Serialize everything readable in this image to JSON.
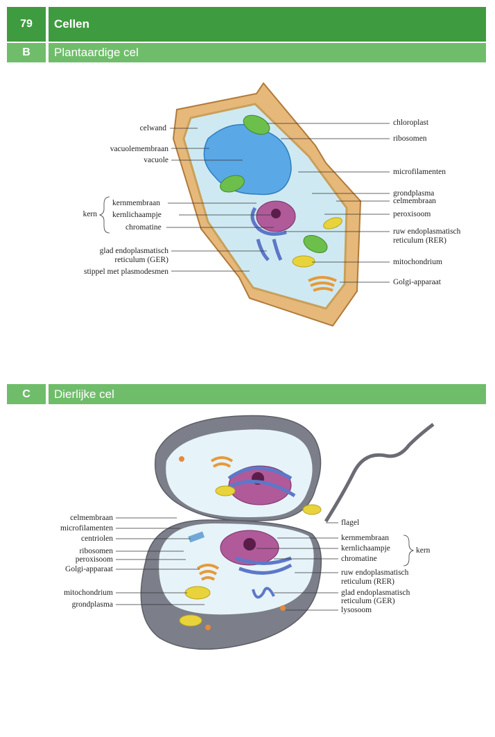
{
  "header": {
    "chapter_number": "79",
    "chapter_title": "Cellen",
    "section_b_letter": "B",
    "section_b_title": "Plantaardige cel",
    "section_c_letter": "C",
    "section_c_title": "Dierlijke cel"
  },
  "plant_cell": {
    "left_labels": {
      "celwand": "celwand",
      "vacuolemembraan": "vacuolemembraan",
      "vacuole": "vacuole",
      "kern": "kern",
      "kernmembraan": "kernmembraan",
      "kernlichaampje": "kernlichaampje",
      "chromatine": "chromatine",
      "ger_1": "glad endoplasmatisch",
      "ger_2": "reticulum (GER)",
      "stippel": "stippel met plasmodesmen"
    },
    "right_labels": {
      "chloroplast": "chloroplast",
      "ribosomen": "ribosomen",
      "microfilamenten": "microfilamenten",
      "grondplasma": "grondplasma",
      "celmembraan": "celmembraan",
      "peroxisoom": "peroxisoom",
      "rer_1": "ruw endoplasmatisch",
      "rer_2": "reticulum (RER)",
      "mitochondrium": "mitochondrium",
      "golgi": "Golgi-apparaat"
    }
  },
  "animal_cell": {
    "left_labels": {
      "celmembraan": "celmembraan",
      "microfilamenten": "microfilamenten",
      "centriolen": "centriolen",
      "ribosomen": "ribosomen",
      "peroxisoom": "peroxisoom",
      "golgi": "Golgi-apparaat",
      "mitochondrium": "mitochondrium",
      "grondplasma": "grondplasma"
    },
    "right_labels": {
      "flagel": "flagel",
      "kernmembraan": "kernmembraan",
      "kernlichaampje": "kernlichaampje",
      "chromatine": "chromatine",
      "kern": "kern",
      "rer_1": "ruw endoplasmatisch",
      "rer_2": "reticulum (RER)",
      "ger_1": "glad endoplasmatisch",
      "ger_2": "reticulum (GER)",
      "lysosoom": "lysosoom"
    }
  },
  "colors": {
    "header_dark": "#3f9b3f",
    "header_light": "#6fbd6a",
    "cell_wall": "#e6b87a",
    "vacuole": "#5aa8e6",
    "nucleus": "#b05a9a",
    "chloroplast": "#6cbf4a",
    "mitochondrium": "#e8d43a",
    "er": "#5d78c8"
  }
}
